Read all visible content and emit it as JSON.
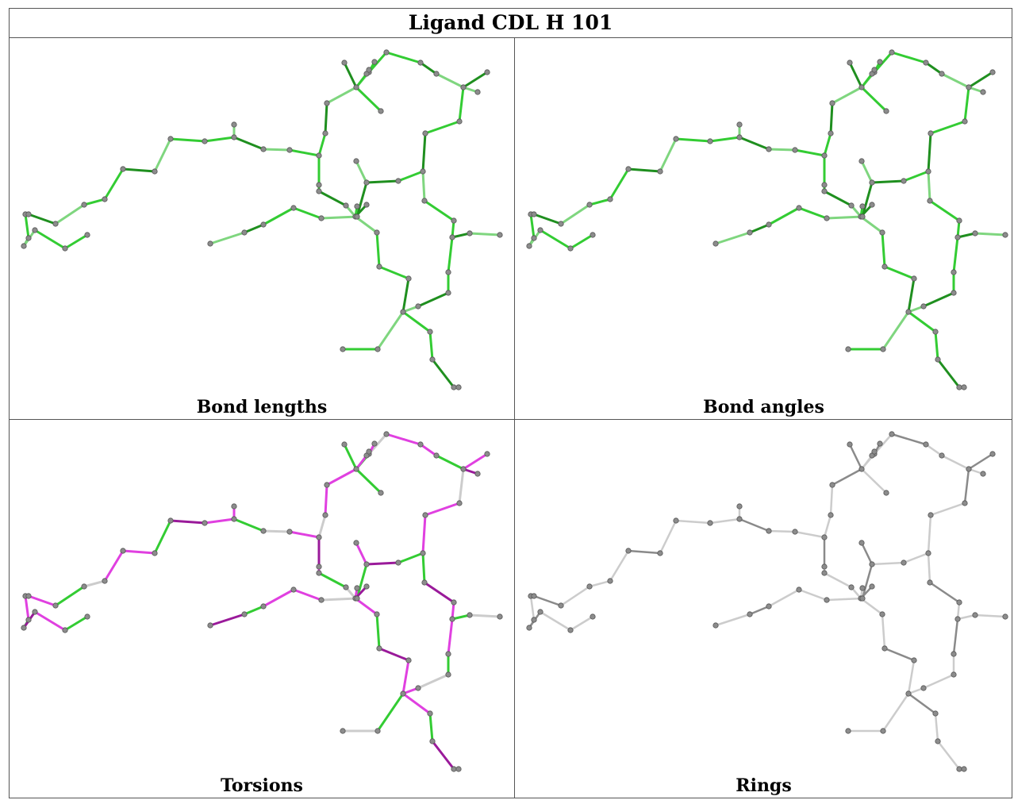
{
  "title": "Ligand CDL H 101",
  "panels": [
    {
      "label": "Bond lengths",
      "scheme": "green"
    },
    {
      "label": "Bond angles",
      "scheme": "green"
    },
    {
      "label": "Torsions",
      "scheme": "torsion"
    },
    {
      "label": "Rings",
      "scheme": "gray"
    }
  ],
  "colors": {
    "green": "#33cc33",
    "green_dark": "#1f8f1f",
    "green_light": "#7fd67f",
    "magenta": "#e040e0",
    "magenta_dark": "#9a1a9a",
    "gray_light": "#cccccc",
    "gray_dark": "#8a8a8a",
    "atom": "#8c8c8c",
    "atom_outline": "#555555",
    "border": "#555555"
  }
}
